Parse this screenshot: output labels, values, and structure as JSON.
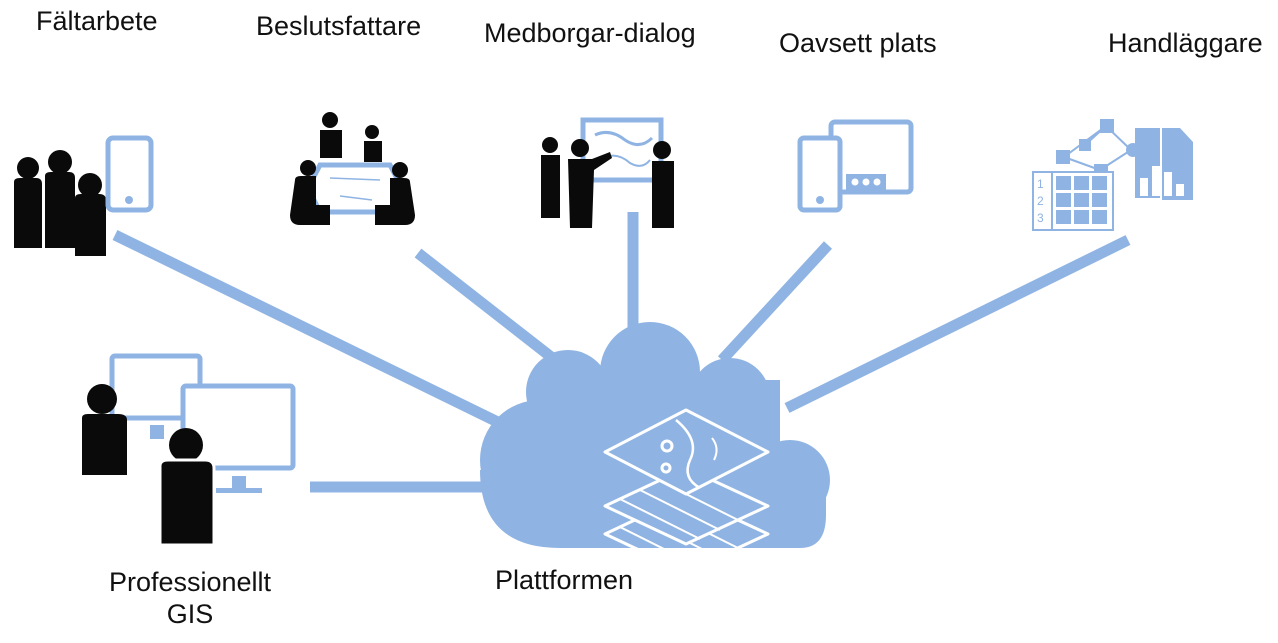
{
  "accent_color": "#8fb4e3",
  "figure_color": "#0a0a0a",
  "labels": {
    "faltarbete": "Fältarbete",
    "beslutsfattare": "Beslutsfattare",
    "medborgar": "Medborgar-dialog",
    "oavsett": "Oavsett plats",
    "handlaggare": "Handläggare",
    "professionellt_line1": "Professionellt",
    "professionellt_line2": "GIS",
    "plattformen": "Plattformen"
  },
  "table_numbers": [
    "1",
    "2",
    "3"
  ],
  "icons": {
    "field_workers": "people-with-phone-icon",
    "decision_makers": "meeting-table-icon",
    "citizen_dialog": "presentation-map-icon",
    "any_location": "phone-and-tablet-icon",
    "case_officer": "network-table-chart-icon",
    "professional_gis": "users-at-desktops-icon",
    "platform": "cloud-with-map-layers-icon"
  }
}
